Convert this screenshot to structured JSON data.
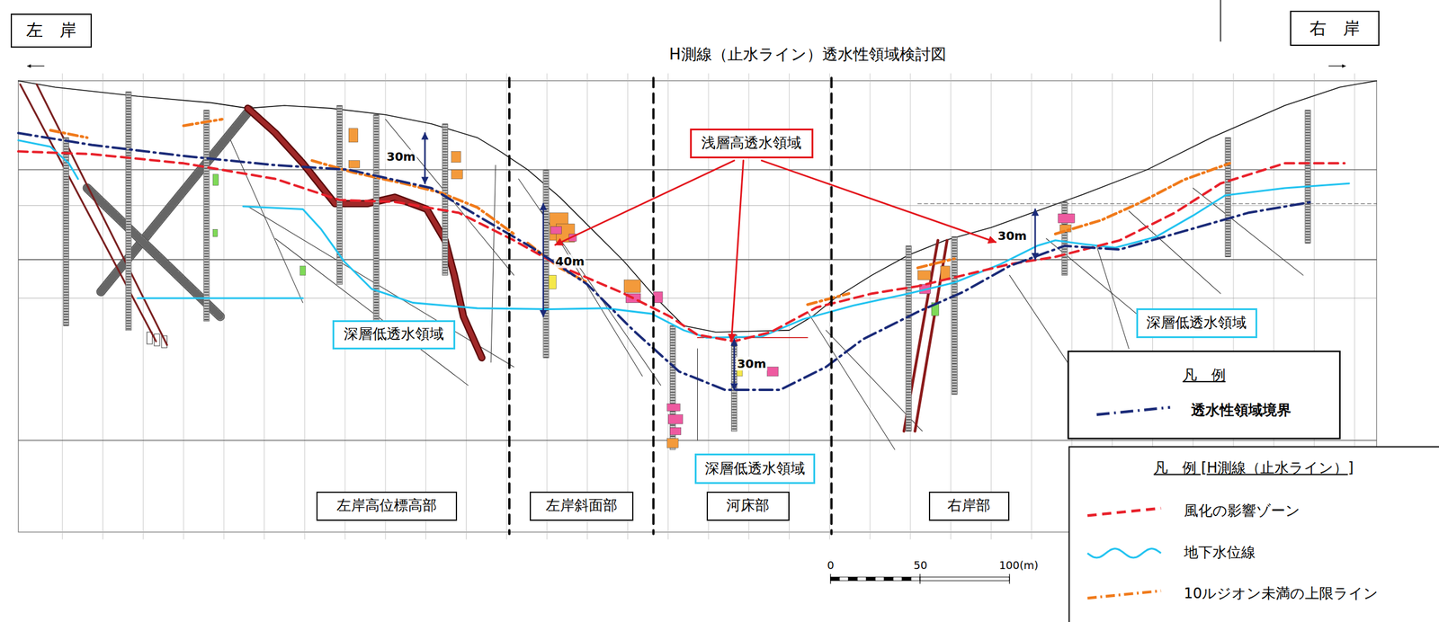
{
  "diagram": {
    "title": "H測線（止水ライン）透水性領域検討図",
    "nodes": [
      {
        "text": [
          "左　岸"
        ]
      },
      {
        "text": [
          "右　岸"
        ]
      },
      {
        "text": [
          "浅層高透水領域"
        ]
      },
      {
        "text": [
          "深層低透水領域"
        ]
      },
      {
        "text": [
          "深層低透水領域"
        ]
      },
      {
        "text": [
          "深層低透水領域"
        ]
      },
      {
        "text": [
          "左岸高位標高部"
        ]
      },
      {
        "text": [
          "左岸斜面部"
        ]
      },
      {
        "text": [
          "河床部"
        ]
      },
      {
        "text": [
          "右岸部"
        ]
      }
    ],
    "labels": [
      "30m",
      "30m",
      "40m",
      "30m",
      "凡　例",
      "凡　例 [H測線（止水ライン）]",
      "0",
      "50",
      "100(m)"
    ],
    "legend": [
      {
        "text": "透水性領域境界"
      },
      {
        "text": "風化の影響ゾーン"
      },
      {
        "text": "地下水位線"
      },
      {
        "text": "10ルジオン未満の上限ライン"
      }
    ]
  }
}
